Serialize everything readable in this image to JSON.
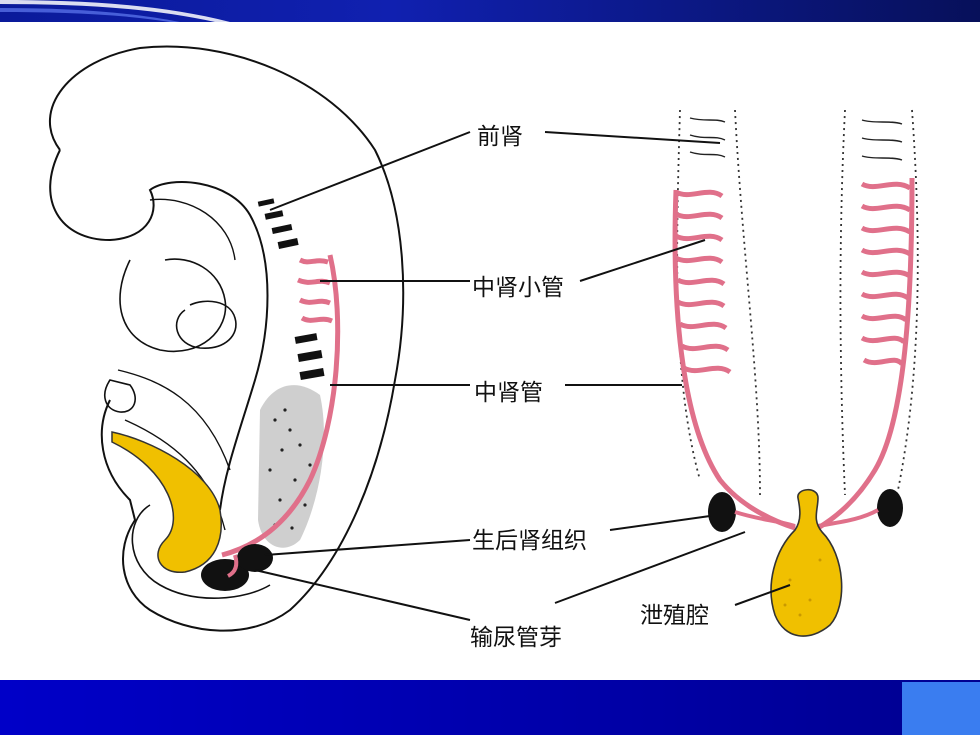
{
  "labels": {
    "pronephros": "前肾",
    "mesonephric_tubules": "中肾小管",
    "mesonephric_duct": "中肾管",
    "metanephrogenic_tissue": "生后肾组织",
    "cloaca": "泄殖腔",
    "ureteric_bud": "输尿管芽"
  },
  "colors": {
    "top_bar": "#1020b0",
    "bottom_bar": "#0000c8",
    "accent_square": "#3a7df0",
    "duct_pink": "#e0708a",
    "cloaca_yellow": "#f0c000",
    "outline": "#111111"
  }
}
